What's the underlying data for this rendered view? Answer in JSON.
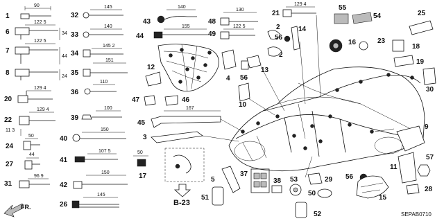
{
  "diagram": {
    "reference_code": "B-23",
    "drawing_code": "SEPAB0710",
    "direction_label": "FR.",
    "part_numbers": {
      "p1": "1",
      "p2a": "2",
      "p2b": "2",
      "p3": "3",
      "p4": "4",
      "p5": "5",
      "p6": "6",
      "p7": "7",
      "p8": "8",
      "p9": "9",
      "p10": "10",
      "p11": "11",
      "p12": "12",
      "p13": "13",
      "p14": "14",
      "p15": "15",
      "p16": "16",
      "p17": "17",
      "p18": "18",
      "p19": "19",
      "p20": "20",
      "p21": "21",
      "p22": "22",
      "p23": "23",
      "p24": "24",
      "p25": "25",
      "p26": "26",
      "p27": "27",
      "p28": "28",
      "p29": "29",
      "p30": "30",
      "p31": "31",
      "p32": "32",
      "p33": "33",
      "p34": "34",
      "p35": "35",
      "p36": "36",
      "p37": "37",
      "p38": "38",
      "p39": "39",
      "p40": "40",
      "p41": "41",
      "p42": "42",
      "p43": "43",
      "p44": "44",
      "p45": "45",
      "p46": "46",
      "p47": "47",
      "p48": "48",
      "p49": "49",
      "p50": "50",
      "p51": "51",
      "p52": "52",
      "p53": "53",
      "p54": "54",
      "p55": "55",
      "p56a": "56",
      "p56b": "56",
      "p56c": "56",
      "p57": "57"
    },
    "dimensions": {
      "d1": "90",
      "d6a": "122 5",
      "d6b": "34",
      "d7a": "122 5",
      "d7b": "44",
      "d8": "24",
      "d20": "129 4",
      "d22a": "129 4",
      "d22b": "11 3",
      "d24": "50",
      "d27": "44",
      "d31": "96 9",
      "d32": "145",
      "d33": "140",
      "d34": "145 2",
      "d35": "151",
      "d36": "110",
      "d39": "100",
      "d40": "150",
      "d41": "107 5",
      "d42": "150",
      "d26": "145",
      "d43": "140",
      "d44": "155",
      "d45": "167",
      "d48": "130",
      "d49": "122 5",
      "d21": "129 4",
      "d17": "50"
    }
  }
}
